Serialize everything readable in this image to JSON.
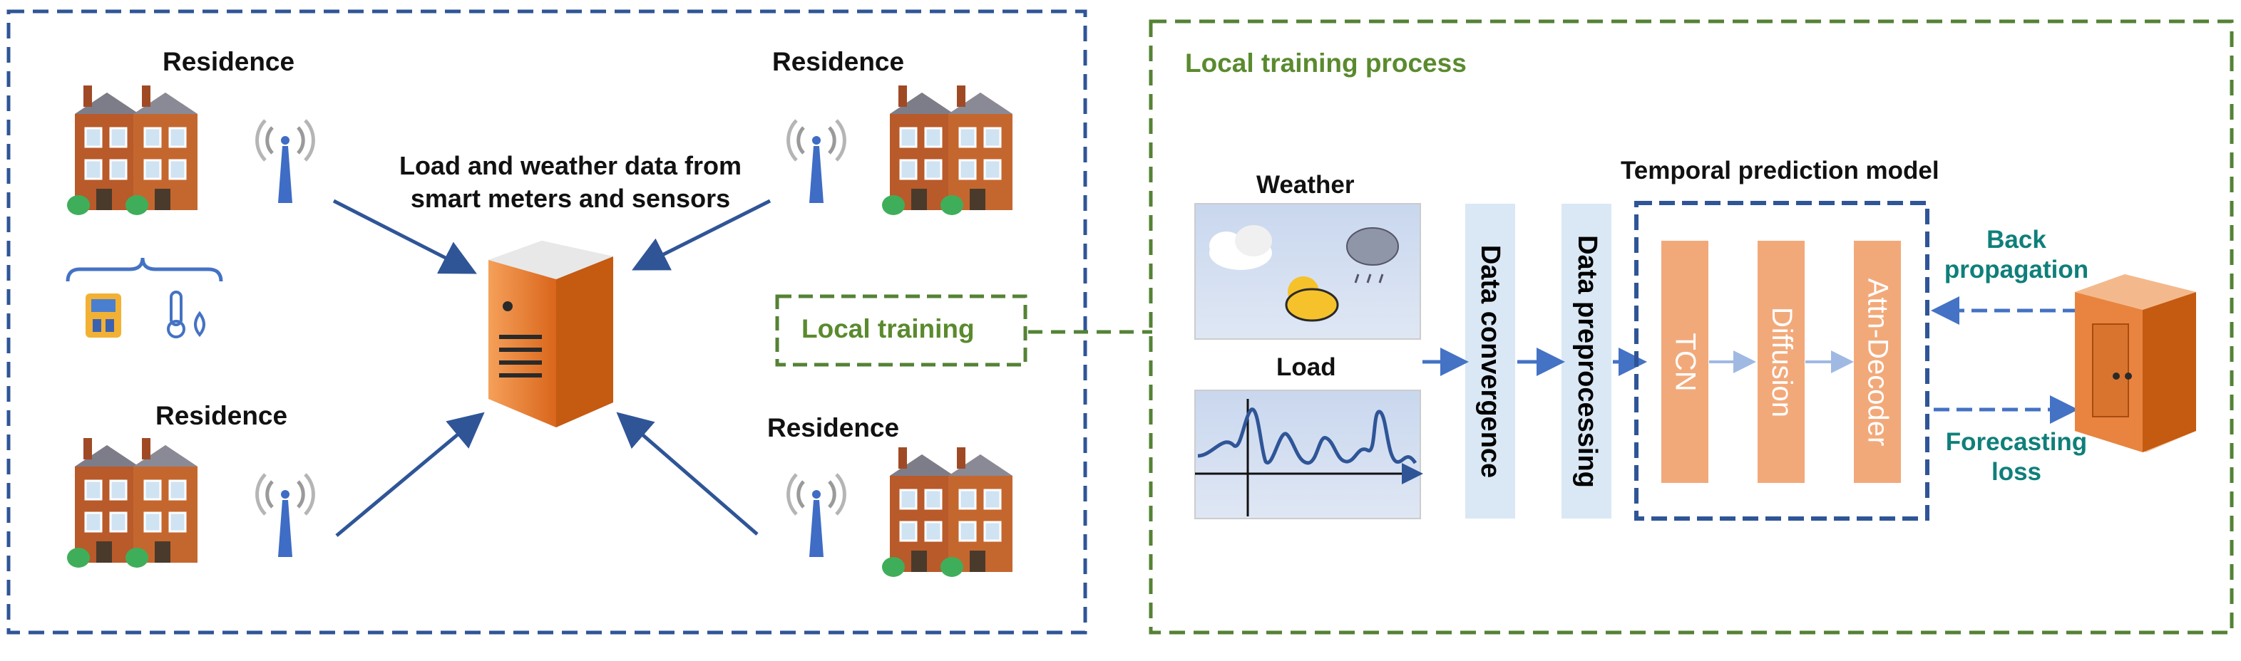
{
  "residences": [
    {
      "label": "Residence"
    },
    {
      "label": "Residence"
    },
    {
      "label": "Residence"
    },
    {
      "label": "Residence"
    }
  ],
  "data_source_label_line1": "Load and weather data from",
  "data_source_label_line2": "smart meters and sensors",
  "local_training_box": "Local training",
  "right_panel_title": "Local training process",
  "weather_label": "Weather",
  "load_label": "Load",
  "stage_convergence": "Data convergence",
  "stage_preprocessing": "Data preprocessing",
  "model_title": "Temporal prediction model",
  "model_blocks": [
    "TCN",
    "Diffusion",
    "Attn-Decoder"
  ],
  "back_prop_line1": "Back",
  "back_prop_line2": "propagation",
  "forecast_loss_line1": "Forecasting",
  "forecast_loss_line2": "loss",
  "colors": {
    "left_border": "#2f5597",
    "right_border": "#548235",
    "arrow_blue": "#2f5597",
    "arrow_light": "#4472c4",
    "stage_fill": "#dae8f5",
    "model_block": "#f2a97a",
    "teal_text": "#0f7f7a"
  }
}
